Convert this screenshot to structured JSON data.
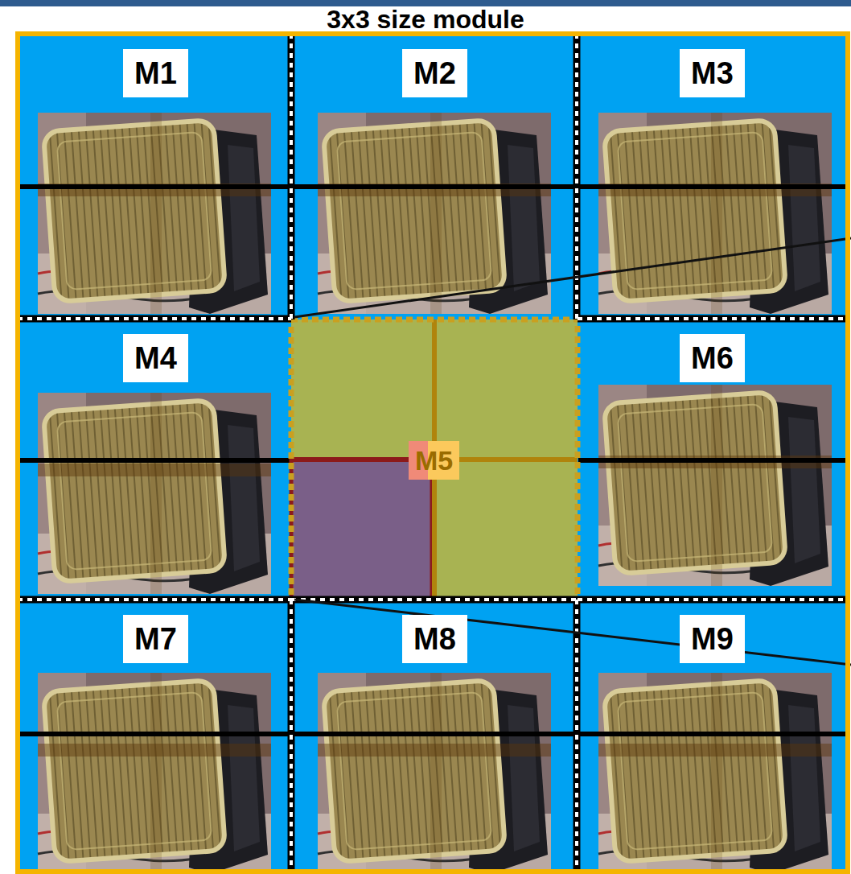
{
  "diagram": {
    "title": "3x3 size module",
    "nodes": [
      {
        "text": [
          "M1"
        ]
      },
      {
        "text": [
          "M2"
        ]
      },
      {
        "text": [
          "M3"
        ]
      },
      {
        "text": [
          "M4"
        ]
      },
      {
        "text": [
          "M5"
        ]
      },
      {
        "text": [
          "M6"
        ]
      },
      {
        "text": [
          "M7"
        ]
      },
      {
        "text": [
          "M8"
        ]
      },
      {
        "text": [
          "M9"
        ]
      }
    ]
  }
}
